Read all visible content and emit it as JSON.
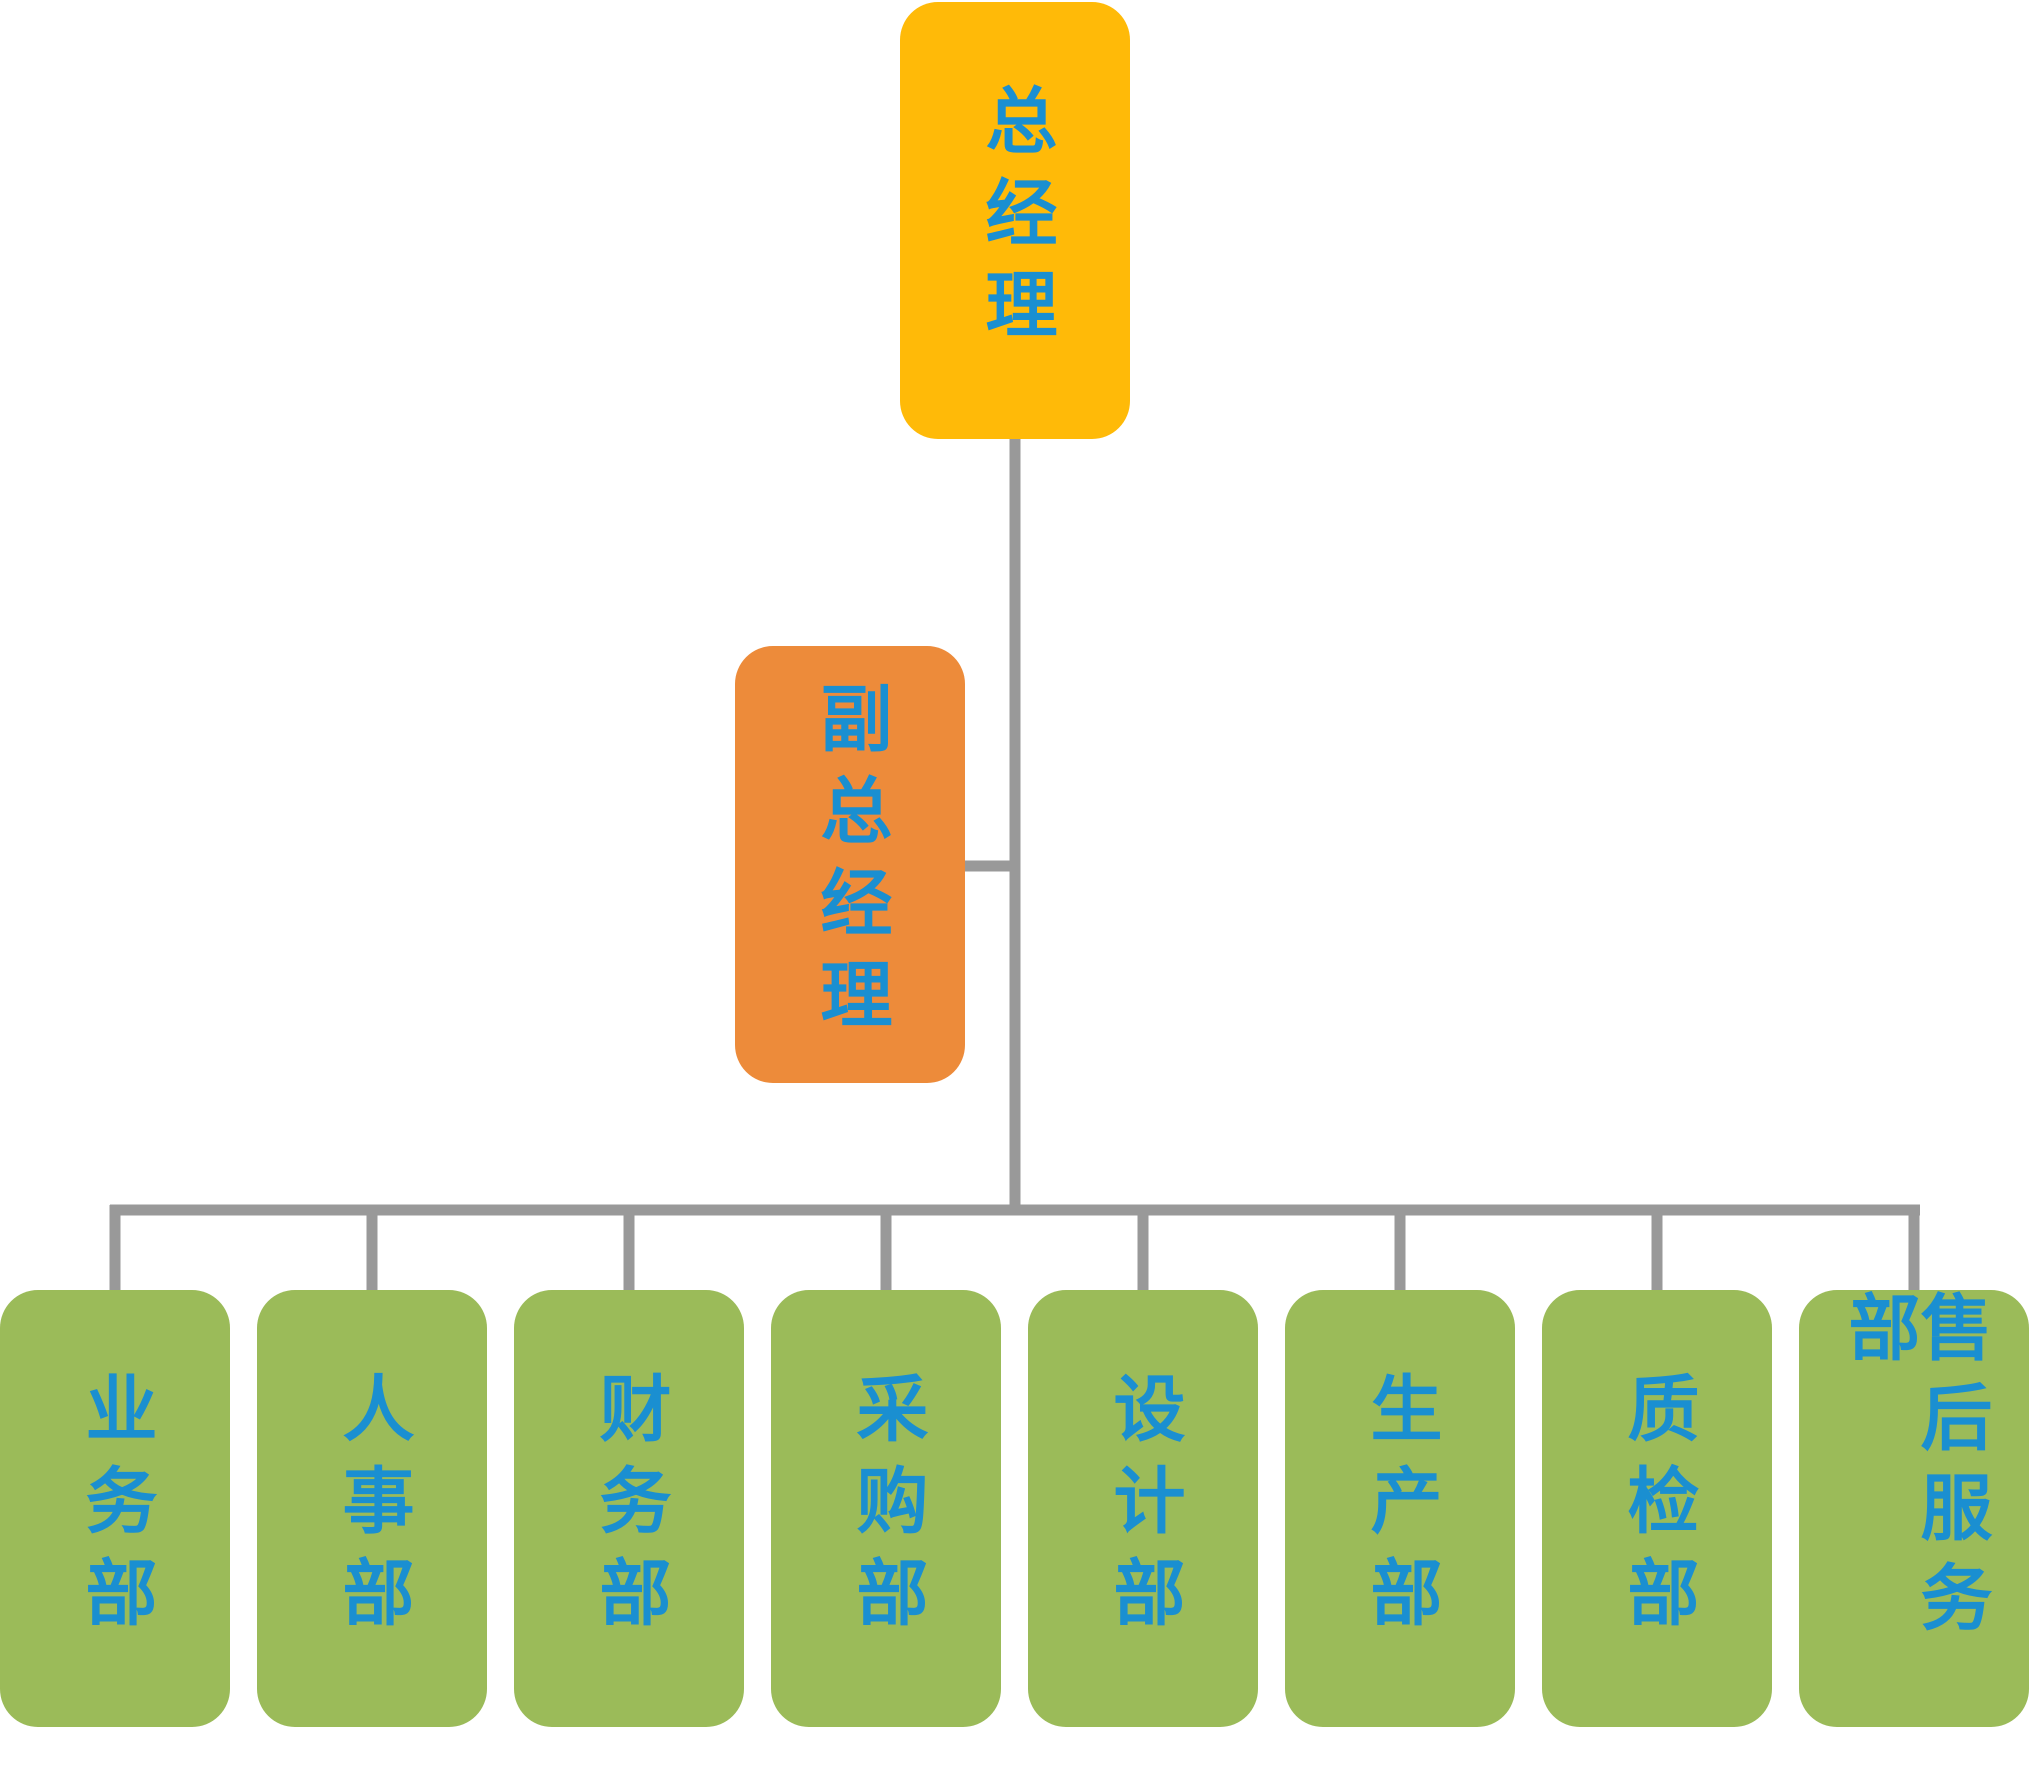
{
  "colors": {
    "general_manager_fill": "#ffba08",
    "vice_general_manager_fill": "#ed8b3a",
    "department_fill": "#9bbb59",
    "text": "#1a8fd1",
    "connector": "#999999"
  },
  "org_chart": {
    "general_manager": "总经理",
    "vice_general_manager": "副总经理",
    "departments": [
      "业务部",
      "人事部",
      "财务部",
      "采购部",
      "设计部",
      "生产部",
      "质检部",
      "售后服务部"
    ]
  }
}
